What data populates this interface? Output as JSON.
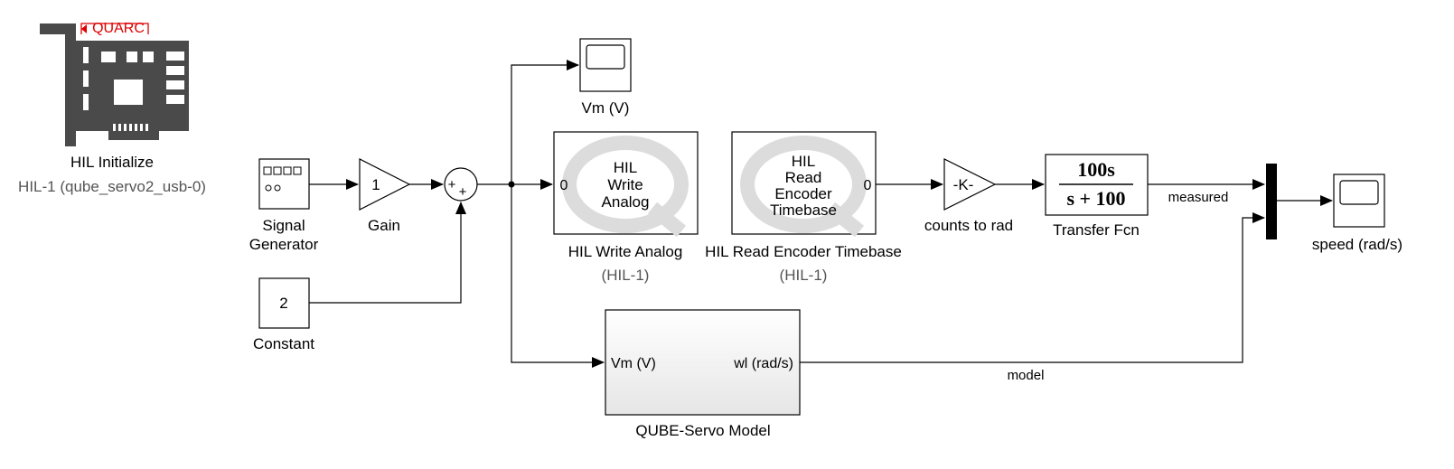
{
  "blocks": {
    "hil_initialize": {
      "logo_text": "QUARC",
      "name": "HIL Initialize",
      "subtitle": "HIL-1 (qube_servo2_usb-0)"
    },
    "signal_generator": {
      "name": "Signal\nGenerator"
    },
    "gain": {
      "value": "1",
      "name": "Gain"
    },
    "sum": {
      "sign_left": "+",
      "sign_bottom": "+"
    },
    "constant": {
      "value": "2",
      "name": "Constant"
    },
    "scope_vm": {
      "name": "Vm (V)"
    },
    "hil_write_analog": {
      "inner": "HIL\nWrite\nAnalog",
      "port_in": "0",
      "name": "HIL Write Analog",
      "subtitle": "(HIL-1)"
    },
    "hil_read_encoder": {
      "inner": "HIL\nRead\nEncoder\nTimebase",
      "port_out": "0",
      "name": "HIL Read Encoder Timebase",
      "subtitle": "(HIL-1)"
    },
    "counts_to_rad": {
      "value": "-K-",
      "name": "counts to rad"
    },
    "transfer_fcn": {
      "numerator": "100s",
      "denominator": "s + 100",
      "name": "Transfer Fcn"
    },
    "qube_model": {
      "port_in": "Vm (V)",
      "port_out": "wl (rad/s)",
      "name": "QUBE-Servo Model"
    },
    "mux": {},
    "scope_speed": {
      "name": "speed (rad/s)"
    }
  },
  "signals": {
    "measured": "measured",
    "model": "model"
  }
}
